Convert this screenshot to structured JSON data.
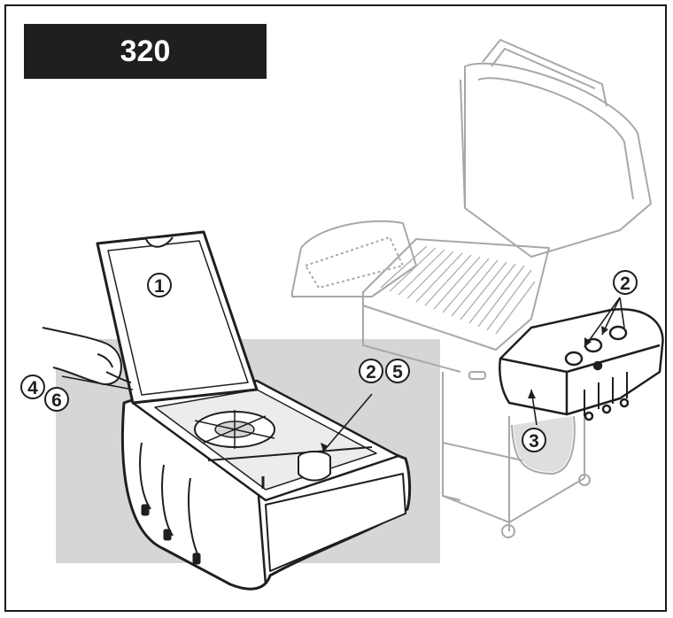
{
  "model": {
    "label": "320"
  },
  "callouts": [
    {
      "id": "lid",
      "label": "1"
    },
    {
      "id": "knobs",
      "label": "2"
    },
    {
      "id": "burner-knob",
      "label": "2"
    },
    {
      "id": "burner-knob-b",
      "label": "5"
    },
    {
      "id": "side-body",
      "label": "3"
    },
    {
      "id": "hand-a",
      "label": "4"
    },
    {
      "id": "hand-b",
      "label": "6"
    }
  ],
  "colors": {
    "ink": "#1f1f1f",
    "shade": "#d6d6d6",
    "ghost": "#a8a8a8"
  }
}
